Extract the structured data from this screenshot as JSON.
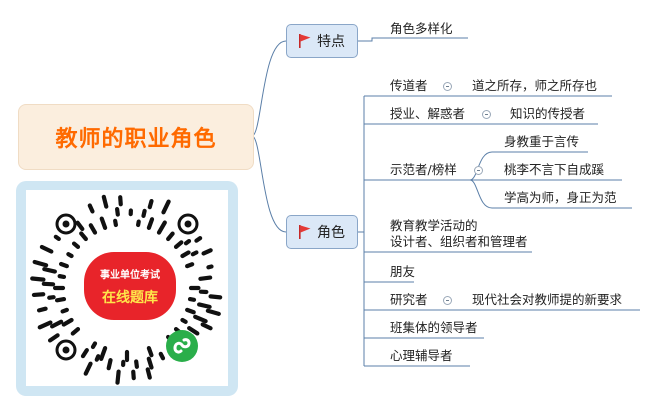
{
  "root": {
    "title": "教师的职业角色"
  },
  "categories": {
    "features": "特点",
    "roles": "角色"
  },
  "features": {
    "item": "角色多样化"
  },
  "roles": {
    "transmitter": {
      "label": "传道者",
      "desc": "道之所存，师之所存也"
    },
    "instructor": {
      "label": "授业、解惑者",
      "desc": "知识的传授者"
    },
    "model": {
      "label": "示范者/榜样",
      "items": [
        "身教重于言传",
        "桃李不言下自成蹊",
        "学高为师，身正为范"
      ]
    },
    "designer": {
      "line1": "教育教学活动的",
      "line2": "设计者、组织者和管理者"
    },
    "friend": {
      "label": "朋友"
    },
    "researcher": {
      "label": "研究者",
      "desc": "现代社会对教师提的新要求"
    },
    "leader": {
      "label": "班集体的领导者"
    },
    "counselor": {
      "label": "心理辅导者"
    }
  },
  "qr": {
    "line1": "事业单位考试",
    "line2": "在线题库"
  },
  "colors": {
    "root_text": "#ff6a00",
    "root_bg": "#fbeede",
    "category_bg": "#dbe8f7",
    "connector": "#5b7fa8",
    "flag": "#e53935",
    "badge": "#e8242a",
    "badge_text_2": "#ffe64a",
    "mini_program": "#2aae4a",
    "qr_frame": "#cfe6f3"
  },
  "icons": {
    "category_marker": "red-flag-icon",
    "collapse": "minus-circle-icon",
    "mini_program": "wechat-mini-program-icon"
  }
}
